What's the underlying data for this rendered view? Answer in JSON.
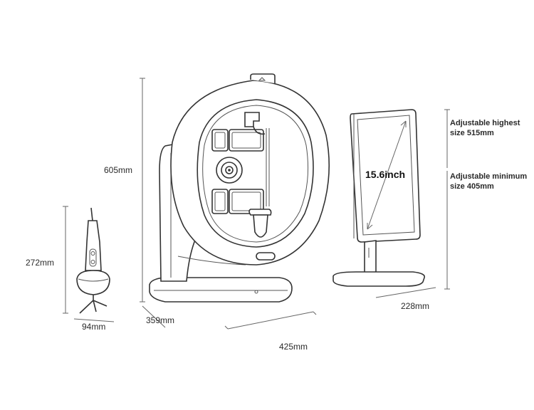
{
  "dimensions": {
    "height": "605mm",
    "handheld_height": "272mm",
    "handheld_width": "94mm",
    "depth": "359mm",
    "width": "425mm",
    "screen_width": "228mm",
    "screen_size": "15.6inch"
  },
  "notes": {
    "max_height": "Adjustable highest size 515mm",
    "max_height_lines": [
      "Adjustable highest",
      "size 515mm"
    ],
    "min_height": "Adjustable minimum size 405mm",
    "min_height_lines": [
      "Adjustable minimum",
      "size 405mm"
    ]
  },
  "icons": [
    "camera-lens-icon",
    "handheld-probe-icon",
    "monitor-icon",
    "skin-analyzer-icon"
  ]
}
